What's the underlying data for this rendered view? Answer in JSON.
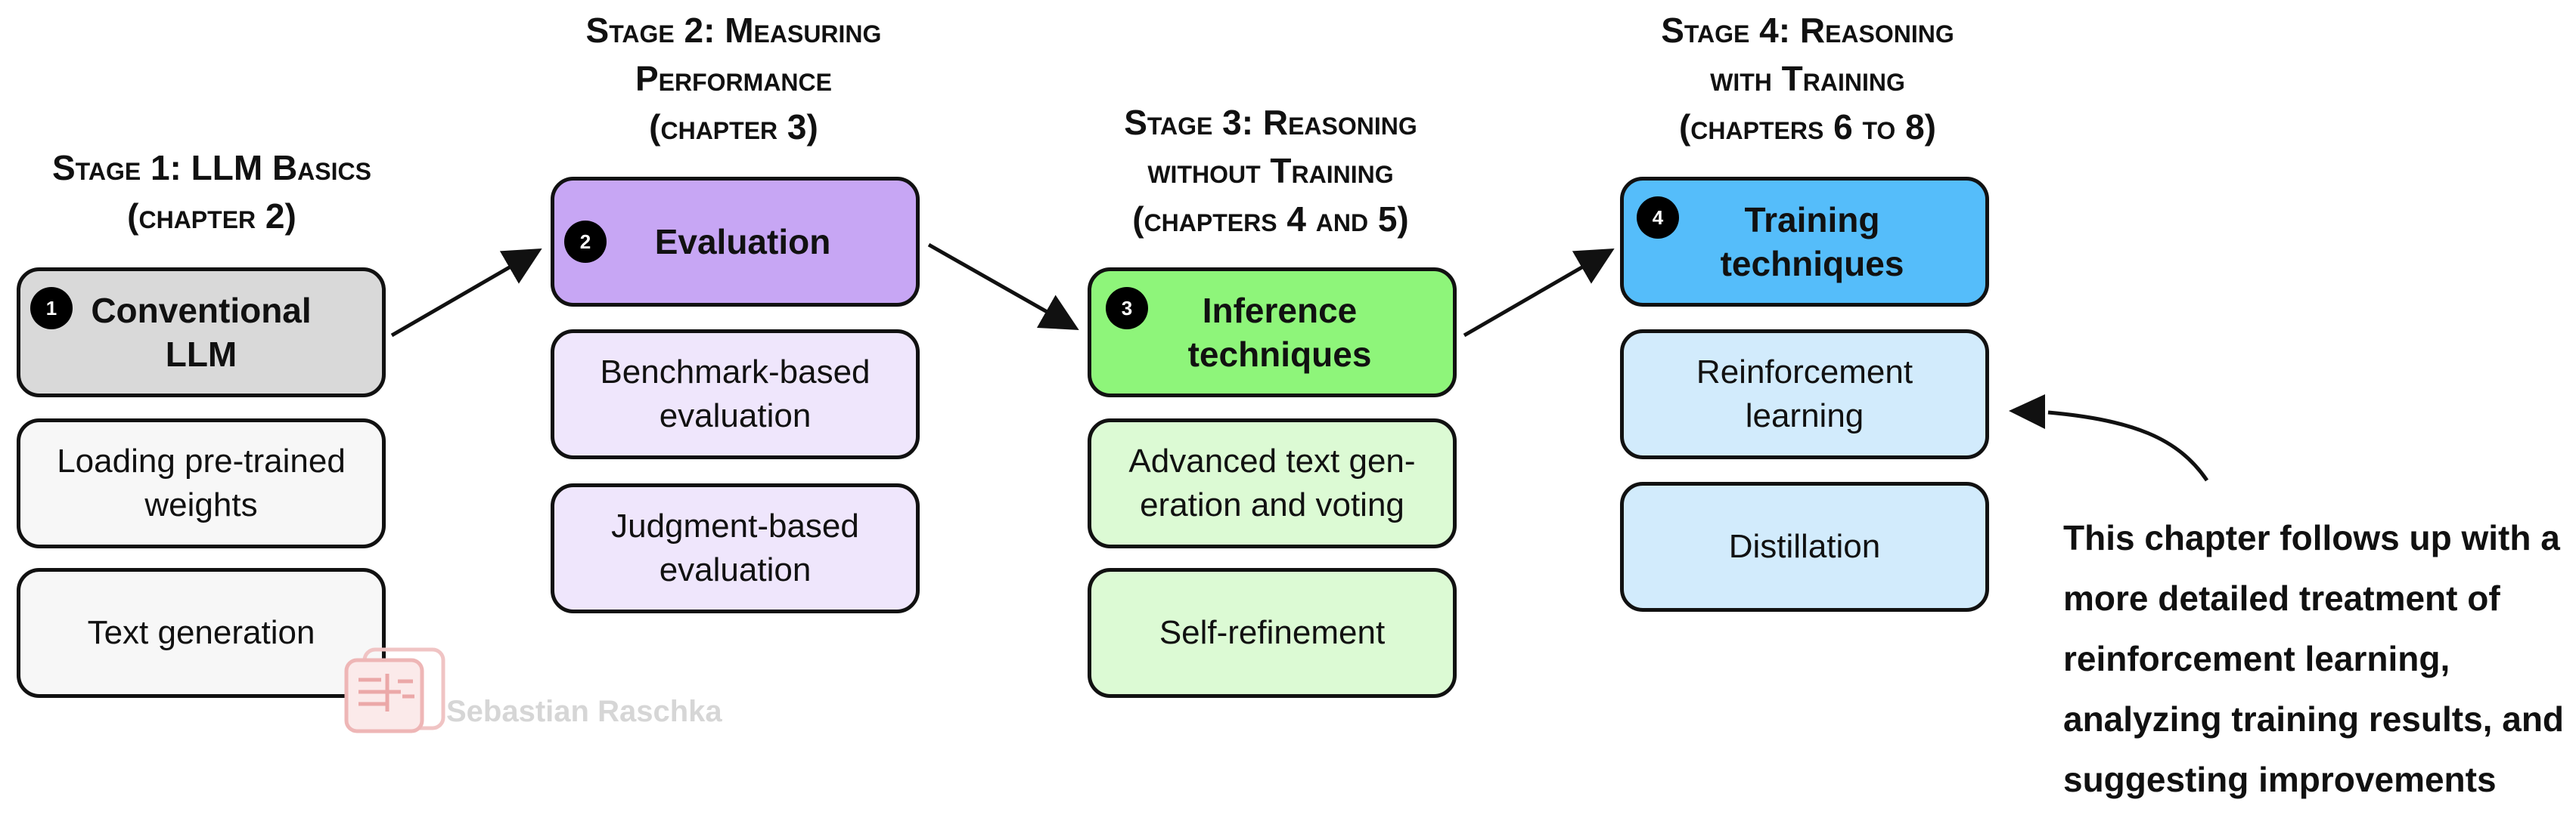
{
  "stages": [
    {
      "title_lines": [
        "Stage 1: LLM Basics",
        "(chapter 2)"
      ],
      "main": {
        "number": "1",
        "lines": [
          "Conventional",
          "LLM"
        ],
        "fill": "#d9d9d9"
      },
      "subs": [
        {
          "lines": [
            "Loading pre-trained",
            "weights"
          ]
        },
        {
          "lines": [
            "Text generation"
          ]
        }
      ],
      "sub_fill": "#f7f7f7"
    },
    {
      "title_lines": [
        "Stage 2: Measuring",
        "Performance",
        "(chapter 3)"
      ],
      "main": {
        "number": "2",
        "lines": [
          "Evaluation"
        ],
        "fill": "#c7a6f4"
      },
      "subs": [
        {
          "lines": [
            "Benchmark-based",
            "evaluation"
          ]
        },
        {
          "lines": [
            "Judgment-based",
            "evaluation"
          ]
        }
      ],
      "sub_fill": "#efe6fc"
    },
    {
      "title_lines": [
        "Stage 3: Reasoning",
        "without Training",
        "(chapters 4 and 5)"
      ],
      "main": {
        "number": "3",
        "lines": [
          "Inference",
          "techniques"
        ],
        "fill": "#8ef57a"
      },
      "subs": [
        {
          "lines": [
            "Advanced text gen-",
            "eration and voting"
          ]
        },
        {
          "lines": [
            "Self-refinement"
          ]
        }
      ],
      "sub_fill": "#dcfad4"
    },
    {
      "title_lines": [
        "Stage 4: Reasoning",
        "with Training",
        "(chapters 6 to 8)"
      ],
      "main": {
        "number": "4",
        "lines": [
          "Training",
          "techniques"
        ],
        "fill": "#55bdfa"
      },
      "subs": [
        {
          "lines": [
            "Reinforcement",
            "learning"
          ]
        },
        {
          "lines": [
            "Distillation"
          ]
        }
      ],
      "sub_fill": "#d2ebfc"
    }
  ],
  "note": {
    "lines": [
      "This chapter follows up with a",
      "more detailed treatment of",
      "reinforcement learning,",
      "analyzing training results, and",
      "suggesting improvements"
    ]
  },
  "watermark": {
    "text": "Sebastian Raschka",
    "color": "#e8a0a0"
  }
}
